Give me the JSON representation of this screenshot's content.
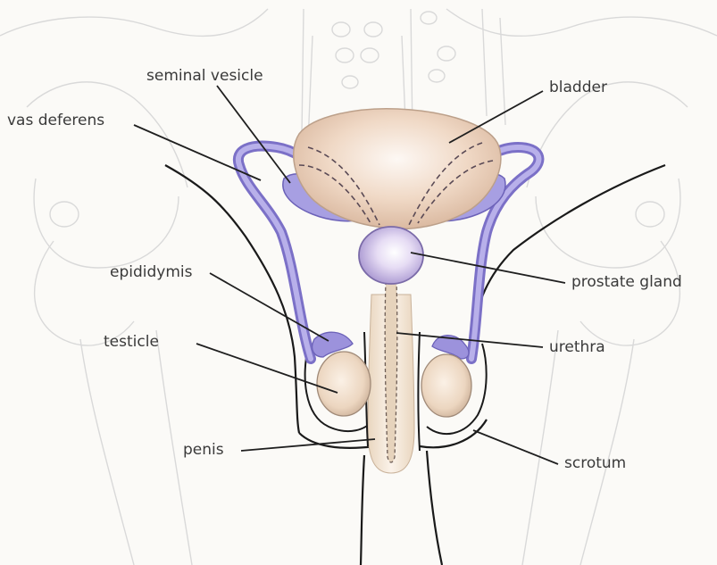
{
  "diagram": {
    "labels": {
      "seminal_vesicle": "seminal vesicle",
      "bladder": "bladder",
      "vas_deferens": "vas deferens",
      "epididymis": "epididymis",
      "prostate_gland": "prostate gland",
      "testicle": "testicle",
      "urethra": "urethra",
      "penis": "penis",
      "scrotum": "scrotum"
    },
    "colors": {
      "background": "#fbfaf7",
      "bladder": "#e8c8b0",
      "organ_purple": "#9f96de",
      "prostate": "#c4b2e2",
      "testicle": "#efdcc8",
      "penis": "#f2e4d2",
      "outline": "#1a1a1a",
      "skeleton_lines": "#d8d8d8"
    }
  }
}
